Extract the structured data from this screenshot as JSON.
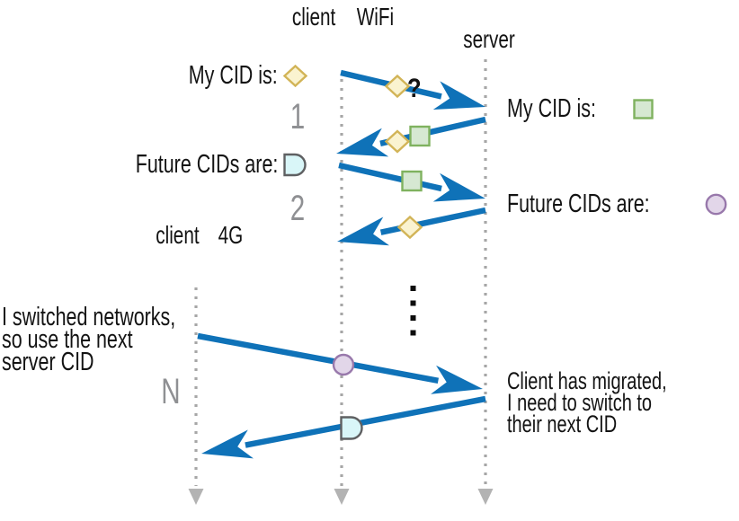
{
  "colors": {
    "arrow_blue": "#0f72b8",
    "diamond_fill": "#faf3d0",
    "diamond_stroke": "#d2b457",
    "square_fill": "#d6e8d2",
    "square_stroke": "#7fb25f",
    "circle_fill": "#e2d6e9",
    "circle_stroke": "#9878ab",
    "halfdisc_fill": "#d9f6f8",
    "halfdisc_stroke": "#5f6062",
    "lifeline_gray": "#a6a6a6",
    "endcap_gray": "#b3b3b3",
    "step_gray": "#8f9093",
    "dots_black": "#0d0d0d",
    "text_black": "#131313"
  },
  "lifelines": {
    "wifi": {
      "line1": "client",
      "line2": "WiFi"
    },
    "server": {
      "label": "server"
    },
    "fourg": {
      "line1": "client",
      "line2": "4G"
    }
  },
  "steps": {
    "s1": "1",
    "s2": "2",
    "sn": "N"
  },
  "annotations": {
    "client_cid_label": "My CID is:",
    "client_future_label": "Future CIDs are:",
    "server_cid_label": "My CID is:",
    "server_future_label": "Future CIDs are:",
    "question_mark": "?",
    "client_note": {
      "l1": "I switched networks,",
      "l2": "so use the next",
      "l3": "server CID"
    },
    "server_note": {
      "l1": "Client has migrated,",
      "l2": "I need to switch to",
      "l3": "their next CID"
    }
  },
  "icons": {
    "client_cid": "yellow-diamond",
    "server_cid": "green-square",
    "client_future_cid": "cyan-half-disc",
    "server_future_cid": "purple-circle"
  }
}
